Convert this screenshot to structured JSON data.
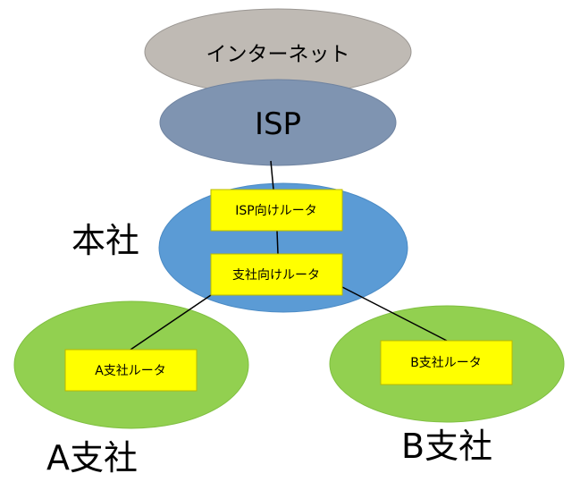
{
  "colors": {
    "internet_fill": "#bfbab4",
    "isp_fill": "#7f94b1",
    "hq_fill": "#5b9bd5",
    "branch_fill": "#92d050",
    "router_fill": "#ffff00",
    "line": "#000000"
  },
  "nodes": {
    "internet": "インターネット",
    "isp": "ISP",
    "hq": "本社",
    "branch_a": "A支社",
    "branch_b": "B支社"
  },
  "routers": {
    "isp_router": "ISP向けルータ",
    "branch_router": "支社向けルータ",
    "a_router": "A支社ルータ",
    "b_router": "B支社ルータ"
  },
  "connections": [
    [
      "isp",
      "isp_router"
    ],
    [
      "isp_router",
      "branch_router"
    ],
    [
      "branch_router",
      "a_router"
    ],
    [
      "branch_router",
      "b_router"
    ]
  ]
}
